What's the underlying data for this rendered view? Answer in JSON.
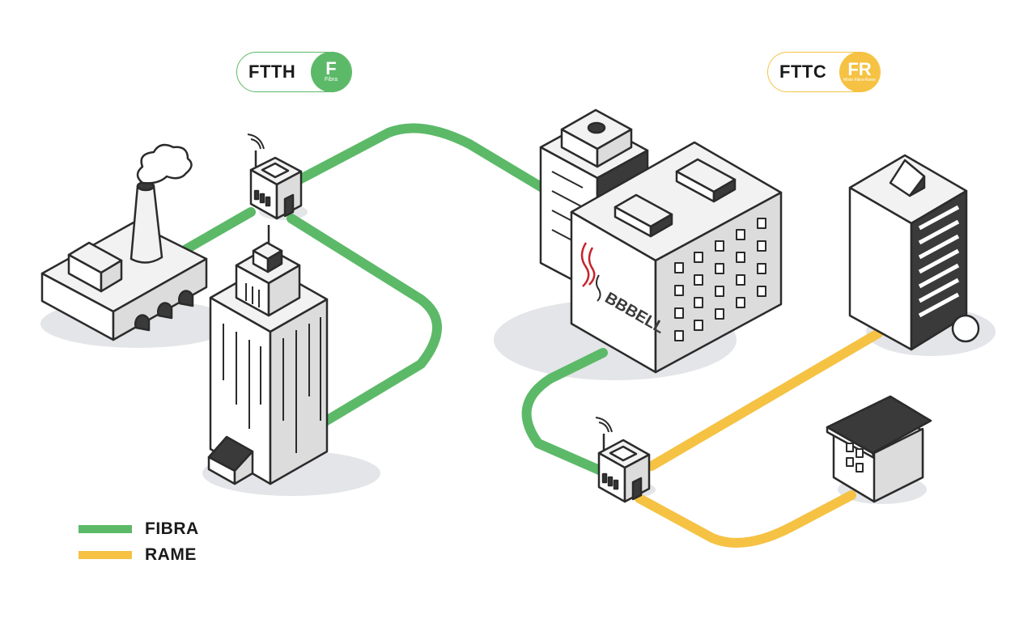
{
  "badges": {
    "ftth": {
      "label": "FTTH",
      "code": "F",
      "sub": "Fibra"
    },
    "fttc": {
      "label": "FTTC",
      "code": "FR",
      "sub": "Misto Fibra-Rame"
    }
  },
  "brand": {
    "name": "BBBELL"
  },
  "legend": [
    {
      "label": "FIBRA",
      "color": "#5cb968"
    },
    {
      "label": "RAME",
      "color": "#f5c244"
    }
  ],
  "colors": {
    "fiber": "#5cb968",
    "copper": "#f5c244",
    "outline": "#2b2b2b",
    "shadow": "#e3e5e8",
    "face_light": "#f2f2f2",
    "face_mid": "#dcdcdc",
    "face_dark": "#3a3a3a",
    "brand_red": "#c8232c"
  }
}
